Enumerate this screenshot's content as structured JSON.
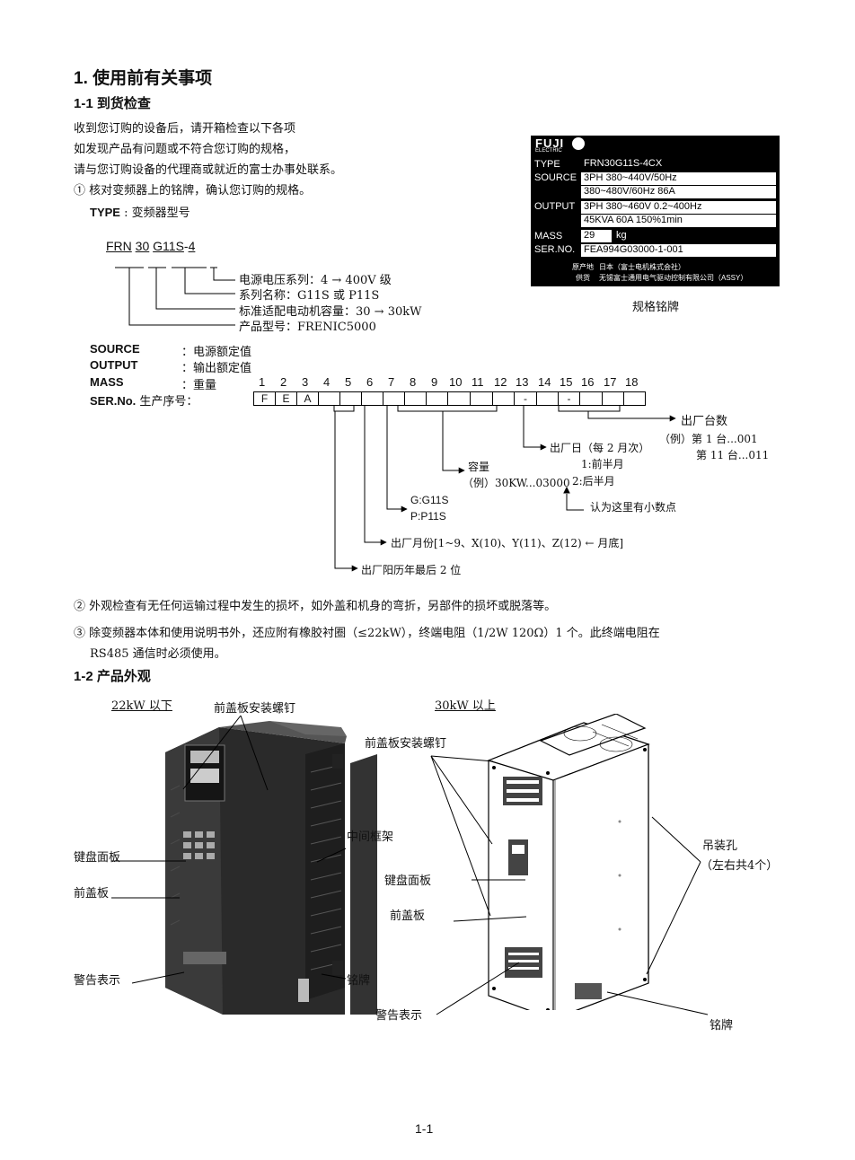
{
  "heading": {
    "title": "1. 使用前有关事项"
  },
  "section1": {
    "title": "1-1  到货检查",
    "paragraphs": [
      "收到您订购的设备后，请开箱检查以下各项",
      "如发现产品有问题或不符合您订购的规格，",
      "请与您订购设备的代理商或就近的富士办事处联系。",
      "① 核对变频器上的铭牌，确认您订购的规格。"
    ],
    "type_label": "TYPE",
    "type_desc": " : 变频器型号",
    "model": {
      "a": "FRN",
      "b": "30",
      "c": "G11S",
      "d": "-",
      "e": "4"
    },
    "model_notes": [
      "电源电压系列：4 → 400V 级",
      "系列名称：G11S 或 P11S",
      "标准适配电动机容量：30 → 30kW",
      "产品型号：FRENIC5000"
    ],
    "defs": [
      {
        "term": "SOURCE",
        "desc": "：电源额定值"
      },
      {
        "term": "OUTPUT",
        "desc": "：输出额定值"
      },
      {
        "term": "MASS",
        "desc": "：重量"
      }
    ],
    "sn_label": "SER.No.",
    "sn_label_cn": " 生产序号：",
    "digits": [
      "1",
      "2",
      "3",
      "4",
      "5",
      "6",
      "7",
      "8",
      "9",
      "10",
      "11",
      "12",
      "13",
      "14",
      "15",
      "16",
      "17",
      "18"
    ],
    "sn_cells": [
      "F",
      "E",
      "A",
      "",
      "",
      "",
      "",
      "",
      "",
      "",
      "",
      "",
      "-",
      "",
      "-",
      "",
      "",
      ""
    ],
    "sn_notes": {
      "count": "出厂台数",
      "count_ex1": "（例）第 1 台...001",
      "count_ex2": "第 11 台...011",
      "day": "出厂日（每 2 月次）",
      "day1": "1:前半月",
      "day2": "2:后半月",
      "cap": "容量",
      "cap_ex": "（例）30KW...03000",
      "decimal": "认为这里有小数点",
      "series1": "G:G11S",
      "series2": "P:P11S",
      "month": "出厂月份[1~9、X(10)、Y(11)、Z(12) ← 月底]",
      "year": "出厂阳历年最后 2 位"
    }
  },
  "nameplate": {
    "brand": "FUJI",
    "brand_sub": "ELECTRIC",
    "rows": [
      {
        "label": "TYPE",
        "lines": [
          "FRN30G11S-4CX"
        ]
      },
      {
        "label": "SOURCE",
        "lines": [
          "3PH 380~440V/50Hz",
          "380~480V/60Hz 86A"
        ]
      },
      {
        "label": "OUTPUT",
        "lines": [
          "3PH 380~460V 0.2~400Hz",
          "45KVA 60A 150%1min"
        ]
      },
      {
        "label": "MASS",
        "lines": [
          "29",
          "kg"
        ]
      },
      {
        "label": "SER.NO.",
        "lines": [
          "FEA994G03000-1-001"
        ]
      }
    ],
    "footer_label1": "原产地",
    "footer_text1": "日本（富士电机株式会社）",
    "footer_label2": "供货",
    "footer_text2": "无锡富士通用电气驱动控制有限公司（ASSY）",
    "caption": "规格铭牌"
  },
  "notes": [
    "② 外观检查有无任何运输过程中发生的损坏，如外盖和机身的弯折，另部件的损坏或脱落等。",
    "③ 除变频器本体和使用说明书外，还应附有橡胶衬圈（≤22kW），终端电阻（1/2W 120Ω）1 个。此终端电阻在",
    "RS485 通信时必须使用。"
  ],
  "section2": {
    "title": "1-2  产品外观",
    "left_title": "22kW 以下",
    "right_title": "30kW 以上",
    "left_labels": {
      "screw": "前盖板安装螺钉",
      "frame": "中间框架",
      "keypad": "键盘面板",
      "cover": "前盖板",
      "warn": "警告表示",
      "plate": "铭牌"
    },
    "right_labels": {
      "screw": "前盖板安装螺钉",
      "keypad": "键盘面板",
      "cover": "前盖板",
      "hoist": "吊装孔",
      "hoist_note": "（左右共4个）",
      "warn": "警告表示",
      "plate": "铭牌"
    }
  },
  "footer": {
    "page": "1-1"
  }
}
